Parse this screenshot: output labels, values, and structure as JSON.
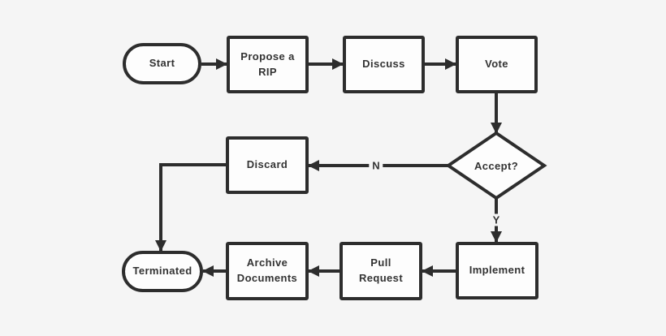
{
  "diagram": {
    "type": "flowchart",
    "background_color": "#f5f5f5",
    "line_color": "#2d2d2d",
    "node_fill_color": "#fdfdfd",
    "text_color": "#333333",
    "nodes": {
      "start": {
        "shape": "terminator",
        "label": "Start",
        "lines": [
          "Start"
        ]
      },
      "propose": {
        "shape": "process",
        "label": "Propose a RIP",
        "lines": [
          "Propose a",
          "RIP"
        ]
      },
      "discuss": {
        "shape": "process",
        "label": "Discuss",
        "lines": [
          "Discuss"
        ]
      },
      "vote": {
        "shape": "process",
        "label": "Vote",
        "lines": [
          "Vote"
        ]
      },
      "accept": {
        "shape": "decision",
        "label": "Accept?",
        "lines": [
          "Accept?"
        ]
      },
      "discard": {
        "shape": "process",
        "label": "Discard",
        "lines": [
          "Discard"
        ]
      },
      "implement": {
        "shape": "process",
        "label": "Implement",
        "lines": [
          "Implement"
        ]
      },
      "pull_request": {
        "shape": "process",
        "label": "Pull Request",
        "lines": [
          "Pull",
          "Request"
        ]
      },
      "archive_documents": {
        "shape": "process",
        "label": "Archive Documents",
        "lines": [
          "Archive",
          "Documents"
        ]
      },
      "terminated": {
        "shape": "terminator",
        "label": "Terminated",
        "lines": [
          "Terminated"
        ]
      }
    },
    "edges": [
      {
        "from": "start",
        "to": "propose"
      },
      {
        "from": "propose",
        "to": "discuss"
      },
      {
        "from": "discuss",
        "to": "vote"
      },
      {
        "from": "vote",
        "to": "accept"
      },
      {
        "from": "accept",
        "to": "discard",
        "label": "N"
      },
      {
        "from": "accept",
        "to": "implement",
        "label": "Y"
      },
      {
        "from": "discard",
        "to": "terminated"
      },
      {
        "from": "implement",
        "to": "pull_request"
      },
      {
        "from": "pull_request",
        "to": "archive_documents"
      },
      {
        "from": "archive_documents",
        "to": "terminated"
      }
    ]
  }
}
